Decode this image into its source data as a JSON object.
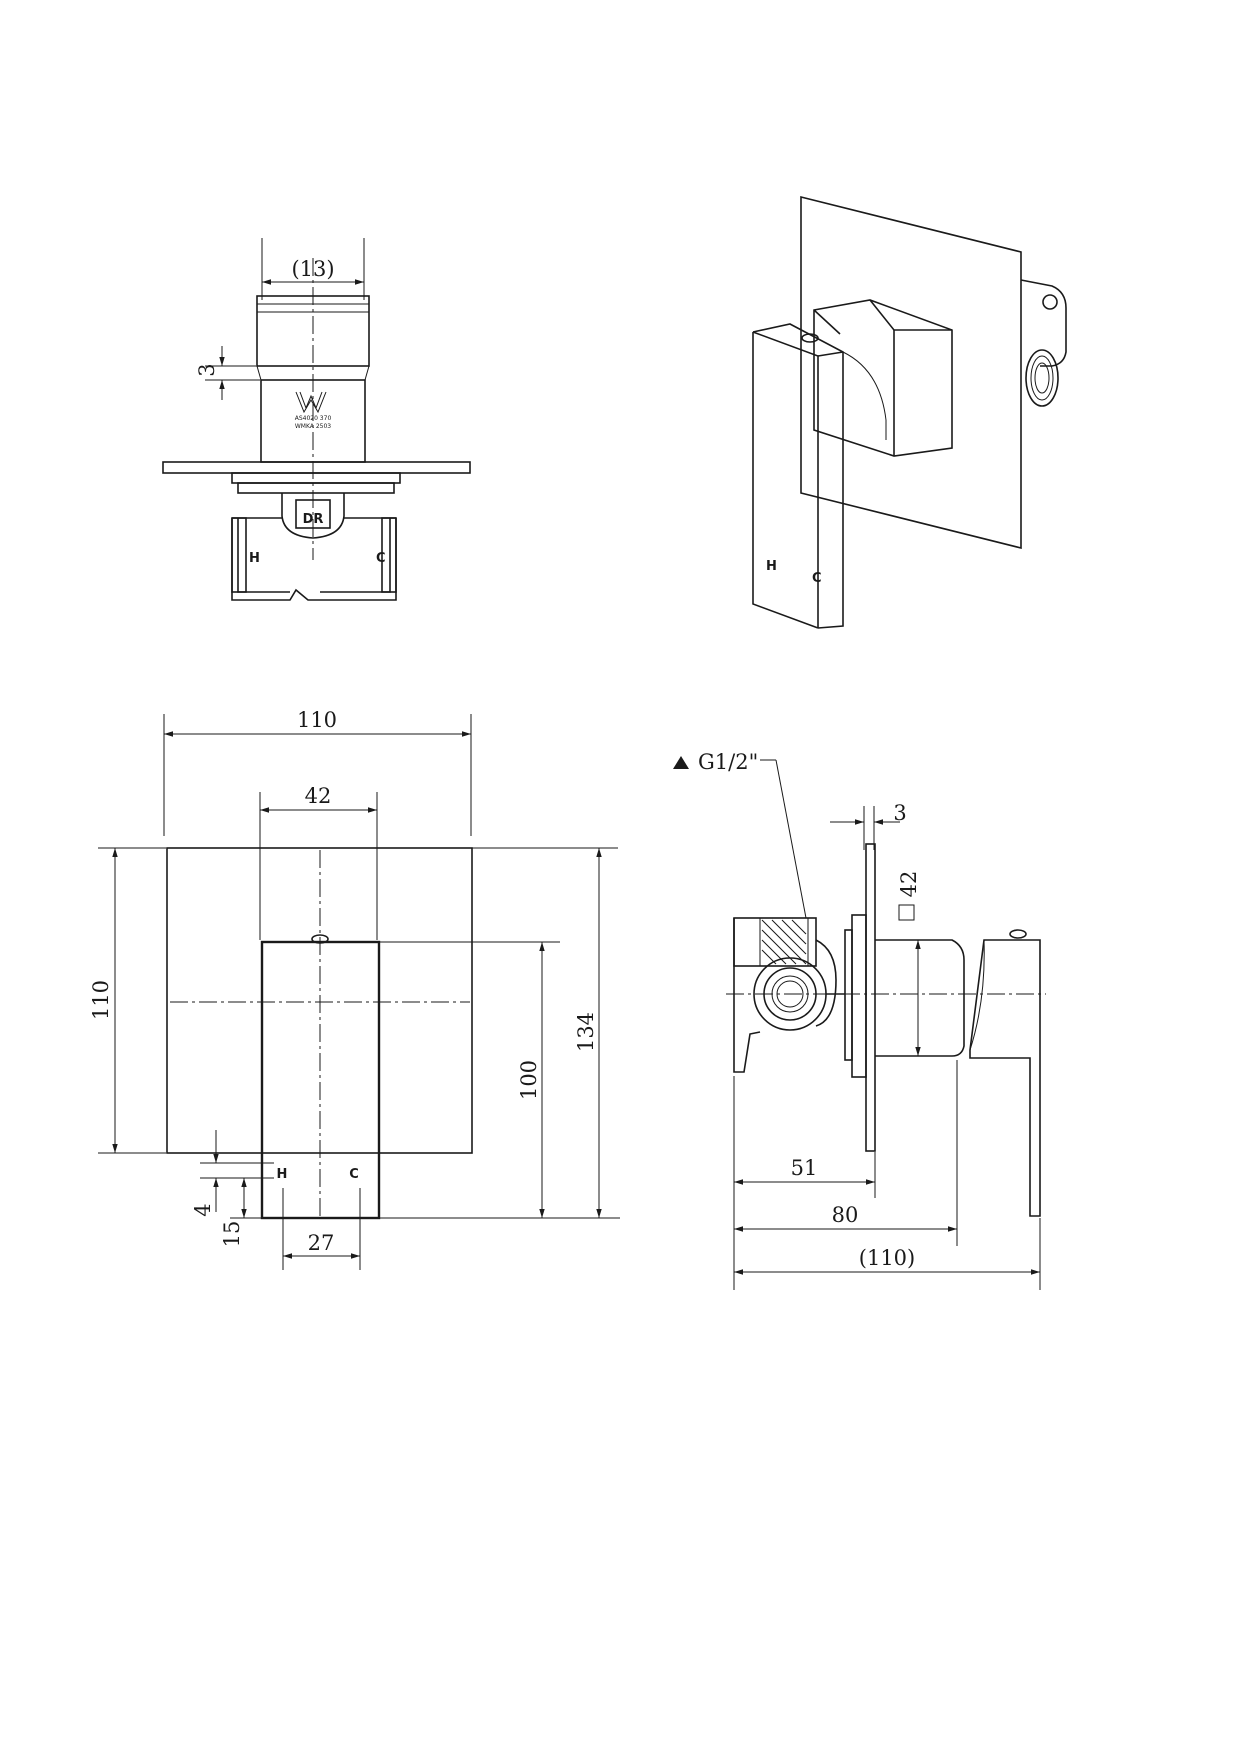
{
  "top_view": {
    "dim_stem_width": "(13)",
    "dim_step": "3",
    "watermark_lines": [
      "AS4020 370",
      "WMKA 2503"
    ],
    "label_dr": "DR",
    "label_hot": "H",
    "label_cold": "C"
  },
  "iso_view": {
    "label_hot": "H",
    "label_cold": "C"
  },
  "front_view": {
    "dim_plate_width": "110",
    "dim_handle_width": "42",
    "dim_plate_height": "110",
    "dim_handle_height": "100",
    "dim_total_height": "134",
    "dim_label_offset": "4",
    "dim_label_height": "15",
    "dim_hc_spacing": "27",
    "label_hot": "H",
    "label_cold": "C"
  },
  "side_view": {
    "thread_label": "G1/2\"",
    "dim_plate_thickness": "3",
    "dim_square": "42",
    "dim_body_depth": "51",
    "dim_to_handle": "80",
    "dim_total_depth": "(110)"
  }
}
